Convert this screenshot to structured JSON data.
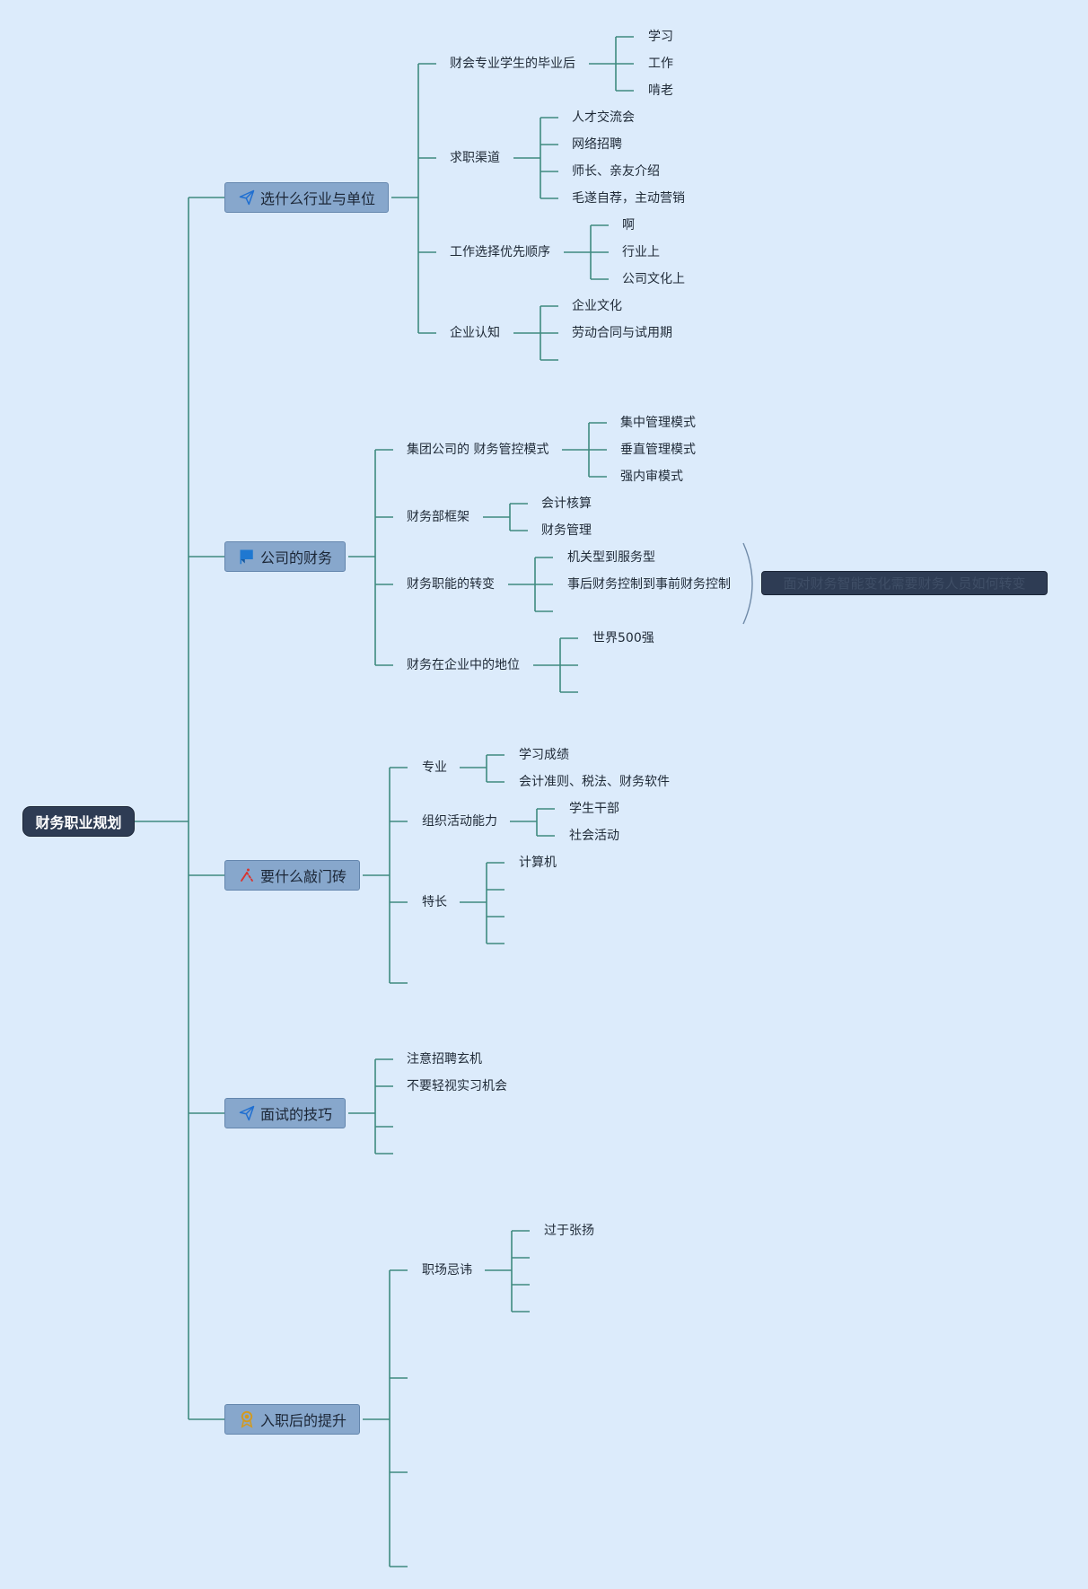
{
  "root": "财务职业规划",
  "branches": [
    {
      "label": "选什么行业与单位",
      "icon": "paper-plane-icon",
      "children": [
        {
          "label": "财会专业学生的毕业后",
          "children": [
            "学习",
            "工作",
            "啃老"
          ]
        },
        {
          "label": "求职渠道",
          "children": [
            "人才交流会",
            "网络招聘",
            "师长、亲友介绍",
            "毛遂自荐，主动营销"
          ]
        },
        {
          "label": "工作选择优先顺序",
          "children": [
            "啊",
            "行业上",
            "公司文化上"
          ]
        },
        {
          "label": "企业认知",
          "children": [
            "企业文化",
            "劳动合同与试用期",
            ""
          ]
        }
      ]
    },
    {
      "label": "公司的财务",
      "icon": "flag-icon",
      "children": [
        {
          "label": "集团公司的 财务管控模式",
          "children": [
            "集中管理模式",
            "垂直管理模式",
            "强内审模式"
          ]
        },
        {
          "label": "财务部框架",
          "children": [
            "会计核算",
            "财务管理"
          ]
        },
        {
          "label": "财务职能的转变",
          "children": [
            "机关型到服务型",
            "事后财务控制到事前财务控制",
            ""
          ]
        },
        {
          "label": "财务在企业中的地位",
          "children": [
            "世界500强",
            "",
            ""
          ]
        }
      ],
      "summary": "面对财务智能变化需要财务人员如何转变"
    },
    {
      "label": "要什么敲门砖",
      "icon": "tools-icon",
      "children": [
        {
          "label": "专业",
          "children": [
            "学习成绩",
            "会计准则、税法、财务软件"
          ]
        },
        {
          "label": "组织活动能力",
          "children": [
            "学生干部",
            "社会活动"
          ]
        },
        {
          "label": "特长",
          "children": [
            "计算机",
            "",
            "",
            ""
          ]
        },
        {
          "label": "",
          "children": []
        }
      ]
    },
    {
      "label": "面试的技巧",
      "icon": "paper-plane-icon",
      "children": [
        {
          "label": "注意招聘玄机",
          "children": []
        },
        {
          "label": "不要轻视实习机会",
          "children": []
        },
        {
          "label": "",
          "children": []
        },
        {
          "label": "",
          "children": []
        }
      ]
    },
    {
      "label": "入职后的提升",
      "icon": "medal-icon",
      "children": [
        {
          "label": "职场忌讳",
          "children": [
            "过于张扬",
            "",
            "",
            ""
          ]
        },
        {
          "label": "",
          "children": []
        },
        {
          "label": "",
          "children": []
        },
        {
          "label": "",
          "children": []
        }
      ]
    }
  ],
  "colors": {
    "background": "#dcebfb",
    "line": "#3f8a80",
    "root_fill": "#2e3c54",
    "topic_fill": "#87a7cc",
    "text": "#1f2a37"
  }
}
